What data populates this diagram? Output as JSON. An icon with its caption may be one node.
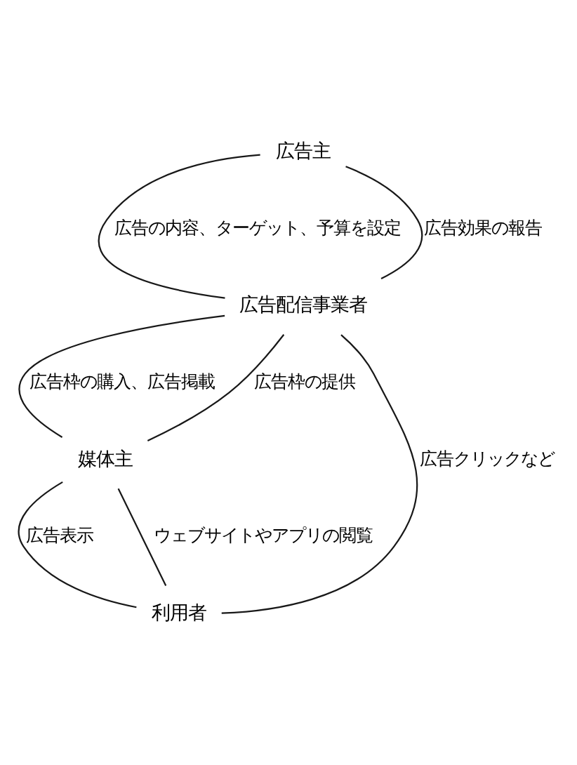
{
  "diagram": {
    "nodes": [
      {
        "text": [
          "広告主"
        ]
      },
      {
        "text": [
          "広告配信事業者"
        ]
      },
      {
        "text": [
          "媒体主"
        ]
      },
      {
        "text": [
          "利用者"
        ]
      }
    ],
    "edges": [
      {
        "from": 0,
        "to": 1,
        "arrow": "none",
        "label": "広告の内容、ターゲット、予算を設定"
      },
      {
        "from": 0,
        "to": 1,
        "arrow": "none",
        "label": "広告効果の報告"
      },
      {
        "from": 1,
        "to": 2,
        "arrow": "none",
        "label": "広告枠の購入、広告掲載"
      },
      {
        "from": 1,
        "to": 2,
        "arrow": "none",
        "label": "広告枠の提供"
      },
      {
        "from": 1,
        "to": 3,
        "arrow": "none",
        "label": "広告クリックなど"
      },
      {
        "from": 2,
        "to": 3,
        "arrow": "none",
        "label": "広告表示"
      },
      {
        "from": 2,
        "to": 3,
        "arrow": "none",
        "label": "ウェブサイトやアプリの閲覧"
      }
    ]
  }
}
